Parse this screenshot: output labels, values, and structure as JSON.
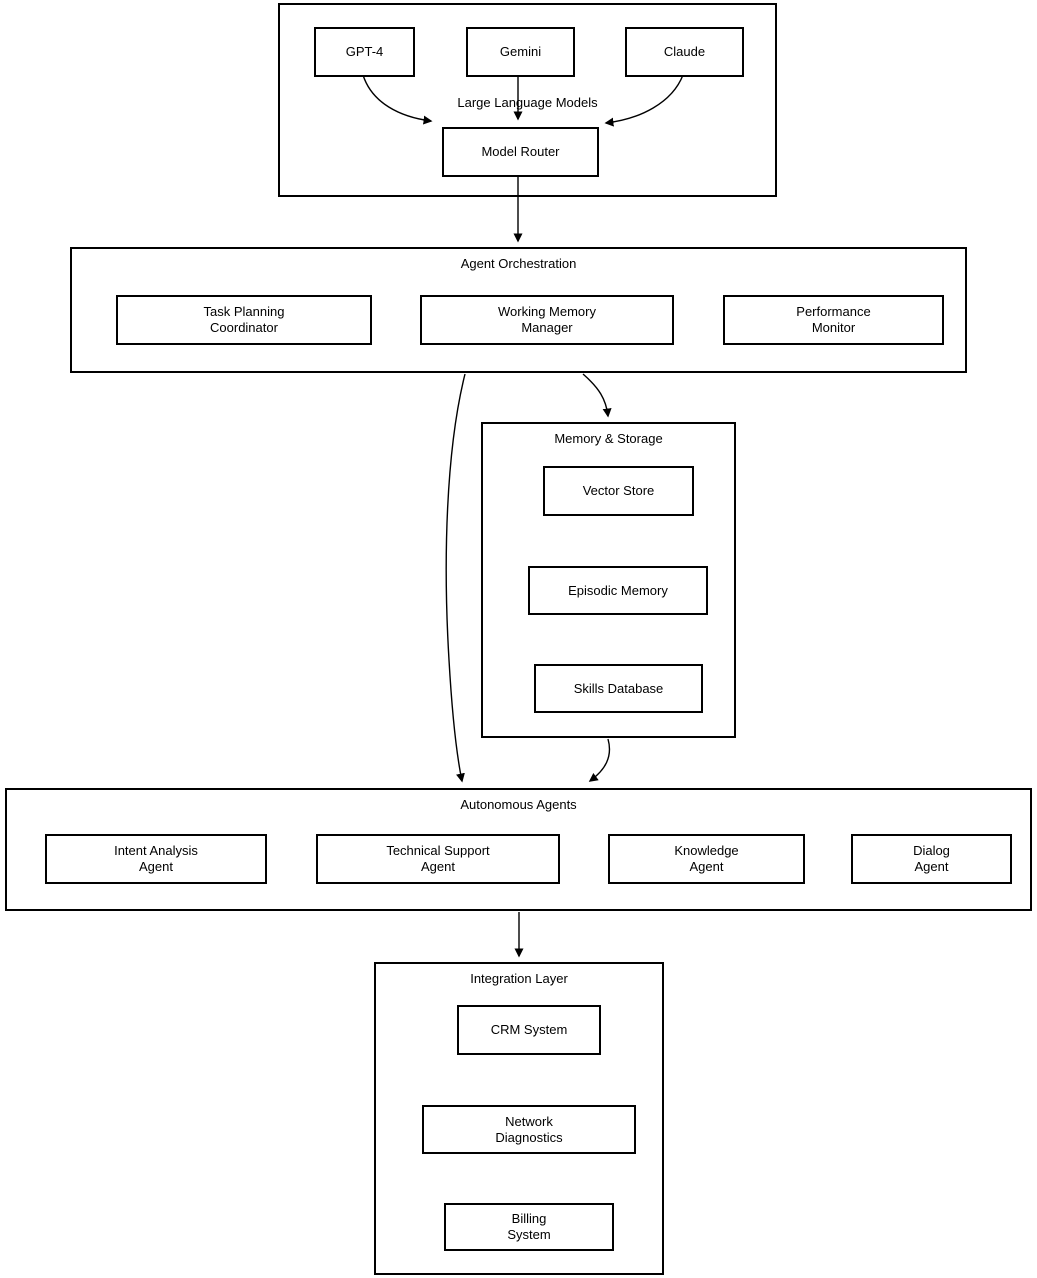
{
  "containers": {
    "llm": {
      "label": "Large Language Models"
    },
    "orchestration": {
      "label": "Agent Orchestration"
    },
    "memory": {
      "label": "Memory & Storage"
    },
    "agents": {
      "label": "Autonomous Agents"
    },
    "integration": {
      "label": "Integration Layer"
    }
  },
  "nodes": {
    "gpt4": {
      "label": "GPT-4"
    },
    "gemini": {
      "label": "Gemini"
    },
    "claude": {
      "label": "Claude"
    },
    "model_router": {
      "label": "Model Router"
    },
    "task_planning": {
      "label": "Task Planning\nCoordinator"
    },
    "working_memory": {
      "label": "Working Memory\nManager"
    },
    "performance_monitor": {
      "label": "Performance\nMonitor"
    },
    "vector_store": {
      "label": "Vector Store"
    },
    "episodic_memory": {
      "label": "Episodic Memory"
    },
    "skills_database": {
      "label": "Skills Database"
    },
    "intent_analysis": {
      "label": "Intent Analysis\nAgent"
    },
    "technical_support": {
      "label": "Technical Support\nAgent"
    },
    "knowledge_agent": {
      "label": "Knowledge\nAgent"
    },
    "dialog_agent": {
      "label": "Dialog\nAgent"
    },
    "crm_system": {
      "label": "CRM System"
    },
    "network_diagnostics": {
      "label": "Network\nDiagnostics"
    },
    "billing_system": {
      "label": "Billing\nSystem"
    }
  },
  "edges": [
    {
      "from": "gpt4",
      "to": "model_router"
    },
    {
      "from": "gemini",
      "to": "model_router"
    },
    {
      "from": "claude",
      "to": "model_router"
    },
    {
      "from": "model_router",
      "to": "orchestration"
    },
    {
      "from": "orchestration",
      "to": "memory"
    },
    {
      "from": "orchestration",
      "to": "agents"
    },
    {
      "from": "memory",
      "to": "agents"
    },
    {
      "from": "agents",
      "to": "integration"
    }
  ],
  "colors": {
    "line": "#000000",
    "background": "#ffffff",
    "text": "#000000"
  }
}
